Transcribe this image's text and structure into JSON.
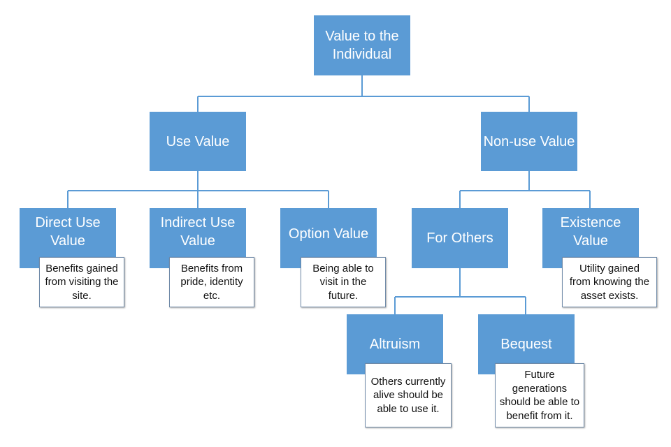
{
  "diagram": {
    "root": {
      "label": "Value to the\nIndividual"
    },
    "use_value": {
      "label": "Use Value"
    },
    "non_use_value": {
      "label": "Non-use Value"
    },
    "direct_use": {
      "label": "Direct Use\nValue",
      "note": "Benefits gained\nfrom visiting the\nsite."
    },
    "indirect_use": {
      "label": "Indirect Use\nValue",
      "note": "Benefits from\npride, identity\netc."
    },
    "option_value": {
      "label": "Option Value",
      "note": "Being able to\nvisit in the\nfuture."
    },
    "for_others": {
      "label": "For Others"
    },
    "existence_value": {
      "label": "Existence\nValue",
      "note": "Utility gained\nfrom knowing the\nasset exists."
    },
    "altruism": {
      "label": "Altruism",
      "note": "Others currently\nalive should be\nable to use it."
    },
    "bequest": {
      "label": "Bequest",
      "note": "Future\ngenerations\nshould be able to\nbenefit from it."
    }
  },
  "colors": {
    "node_fill": "#5b9bd5",
    "node_text": "#ffffff",
    "connector": "#5b9bd5",
    "note_border": "#6f8aa8"
  }
}
